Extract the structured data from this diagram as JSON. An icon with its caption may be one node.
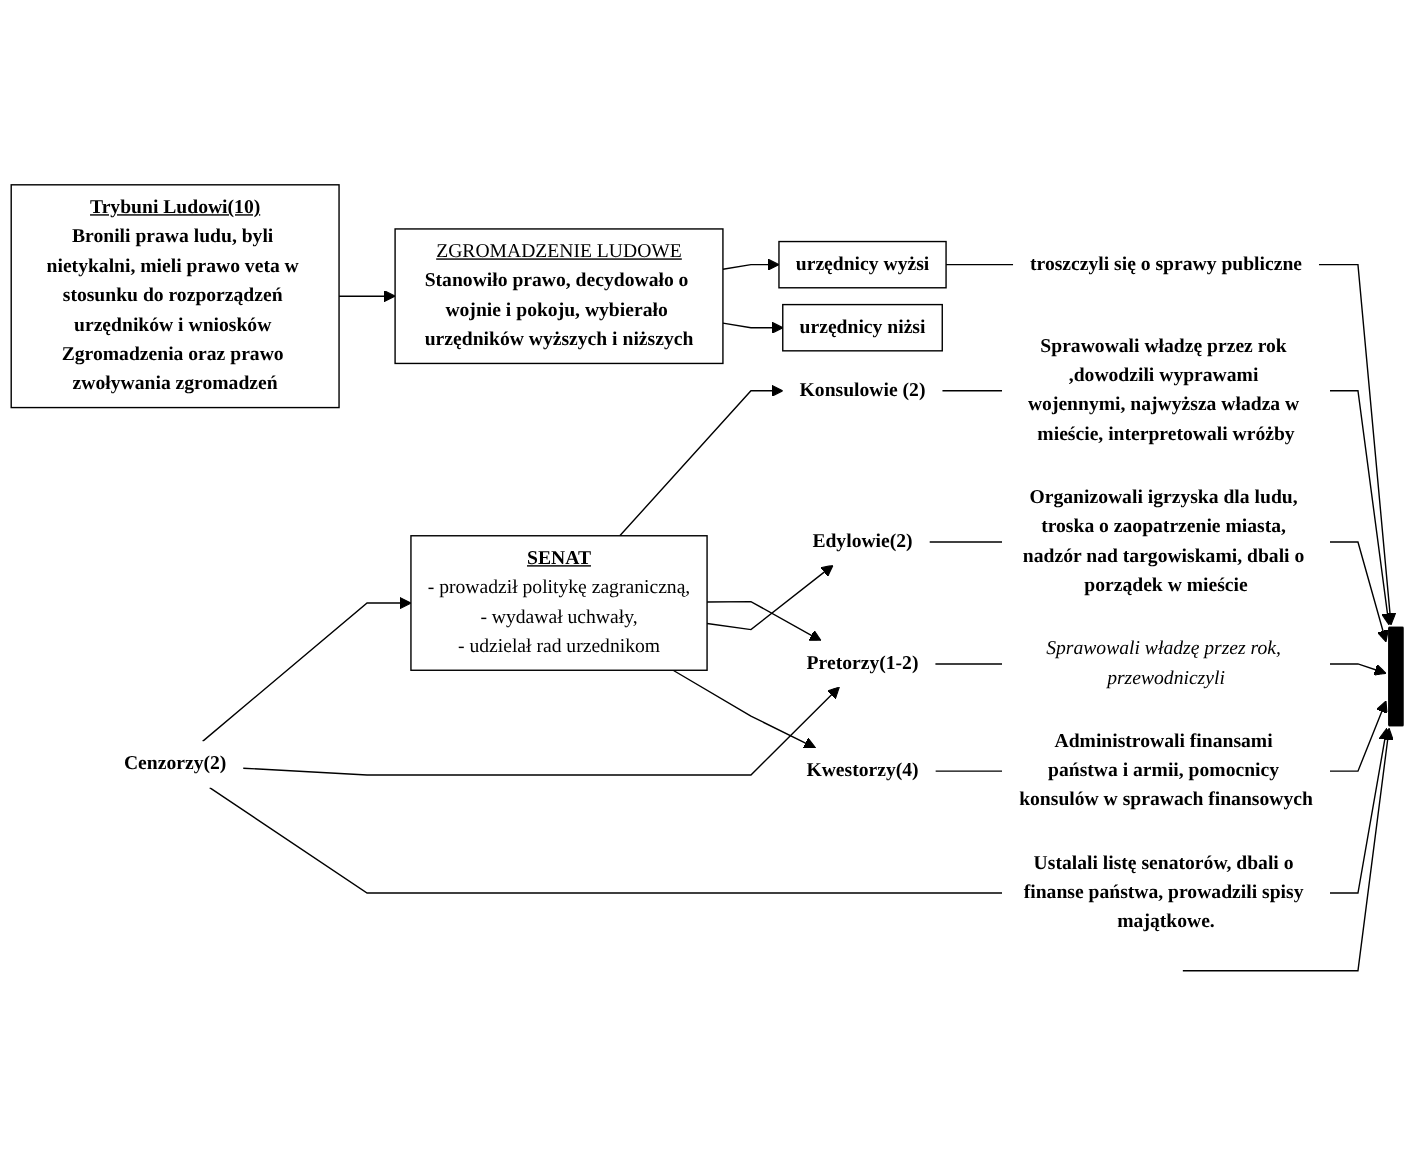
{
  "diagram": {
    "nodes": [
      {
        "text": [
          "SENAT",
          "- prowadził politykę zagraniczną,",
          "- wydawał uchwały,",
          "- udzielał rad urzednikom"
        ]
      },
      {
        "text": [
          "urzędnicy wyżsi"
        ]
      },
      {
        "text": [
          "troszczyli się o sprawy publiczne"
        ]
      },
      {
        "text": [
          "Konsulowie (2)"
        ]
      },
      {
        "text": [
          "Sprawowali władzę przez rok ,dowodzili wyprawami wojennymi, najwyższa władza w mieście, interpretowali wróżby"
        ]
      },
      {
        "text": [
          "Cenzorzy(2)"
        ]
      },
      {
        "text": [
          "Ustalali listę senatorów, dbali o finanse państwa, prowadzili spisy majątkowe."
        ]
      },
      {
        "text": [
          "Pretorzy(1-2)"
        ]
      },
      {
        "text": [
          "Sprawowali władzę przez rok, przewodniczyli"
        ]
      },
      {
        "text": [
          "urzędnicy niżsi"
        ]
      },
      {
        "text": [
          "Edylowie(2)"
        ]
      },
      {
        "text": [
          "Organizowali igrzyska dla ludu, troska o zaopatrzenie miasta, nadzór nad targowiskami, dbali o porządek w mieście"
        ]
      },
      {
        "text": [
          "Kwestorzy(4)"
        ]
      },
      {
        "text": [
          "Administrowali finansami państwa i armii, pomocnicy konsulów w sprawach finansowych"
        ]
      },
      {
        "text": [
          "Trybuni Ludowi(10)",
          "Bronili prawa ludu, byli nietykalni, mieli prawo veta w stosunku do rozporządzeń urzędników i wniosków Zgromadzenia oraz prawo zwoływania zgromadzeń"
        ]
      },
      {
        "text": [
          "ZGROMADZENIE LUDOWE",
          "Stanowiło prawo, decydowało o wojnie i pokoju, wybierało urzędników wyższych i niższych"
        ]
      },
      {
        "text": [],
        "shape": "bar"
      }
    ],
    "edges": [
      {
        "from": 0,
        "to": 3,
        "arrow": "to"
      },
      {
        "from": 5,
        "to": 0,
        "arrow": "to"
      },
      {
        "from": 5,
        "to": 7,
        "arrow": "to"
      },
      {
        "from": 0,
        "to": 7,
        "arrow": "to"
      },
      {
        "from": 0,
        "to": 10,
        "arrow": "to"
      },
      {
        "from": 0,
        "to": 12,
        "arrow": "to"
      },
      {
        "from": 15,
        "to": 1,
        "arrow": "to"
      },
      {
        "from": 15,
        "to": 9,
        "arrow": "to"
      },
      {
        "from": 14,
        "to": 15,
        "arrow": "to"
      },
      {
        "from": 1,
        "to": 2,
        "arrow": "none"
      },
      {
        "from": 3,
        "to": 4,
        "arrow": "none"
      },
      {
        "from": 5,
        "to": 6,
        "arrow": "none"
      },
      {
        "from": 7,
        "to": 8,
        "arrow": "none"
      },
      {
        "from": 10,
        "to": 11,
        "arrow": "none"
      },
      {
        "from": 12,
        "to": 13,
        "arrow": "none"
      },
      {
        "from": 2,
        "to": 16,
        "arrow": "to"
      },
      {
        "from": 4,
        "to": 16,
        "arrow": "to"
      },
      {
        "from": 6,
        "to": 16,
        "arrow": "to"
      },
      {
        "from": 8,
        "to": 16,
        "arrow": "to"
      },
      {
        "from": 11,
        "to": 16,
        "arrow": "to"
      },
      {
        "from": 13,
        "to": 16,
        "arrow": "to"
      },
      {
        "from": null,
        "to": 16,
        "arrow": "to"
      }
    ]
  }
}
